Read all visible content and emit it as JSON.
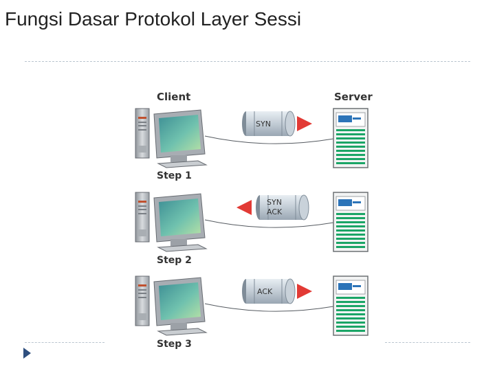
{
  "slide": {
    "title": "Fungsi Dasar Protokol Layer Sessi"
  },
  "diagram": {
    "client_label": "Client",
    "server_label": "Server",
    "steps": [
      {
        "label": "Step 1",
        "packet": [
          "SYN"
        ],
        "direction": "to-server"
      },
      {
        "label": "Step 2",
        "packet": [
          "SYN",
          "ACK"
        ],
        "direction": "to-client"
      },
      {
        "label": "Step 3",
        "packet": [
          "ACK"
        ],
        "direction": "to-server"
      }
    ],
    "colors": {
      "arrow": "#e23a35",
      "monitor_screen": "#5ab0a6",
      "server_accent": "#1aa566",
      "bullet": "#2f4f7f"
    }
  }
}
